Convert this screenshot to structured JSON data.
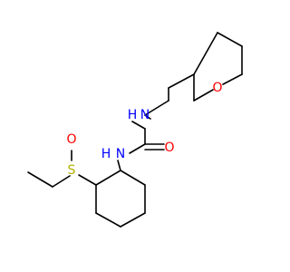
{
  "molecule": {
    "colors": {
      "bond": "#000000",
      "nitrogen": "#0000ff",
      "oxygen": "#ff0000",
      "sulfur": "#b2b200"
    },
    "atoms": {
      "ring_oxygen": "O",
      "nh_upper": "H",
      "n_upper": "N",
      "carbonyl_oxygen": "O",
      "nh_lower": "H",
      "n_lower": "N",
      "sulfoxide_oxygen": "O",
      "sulfur": "S"
    }
  }
}
